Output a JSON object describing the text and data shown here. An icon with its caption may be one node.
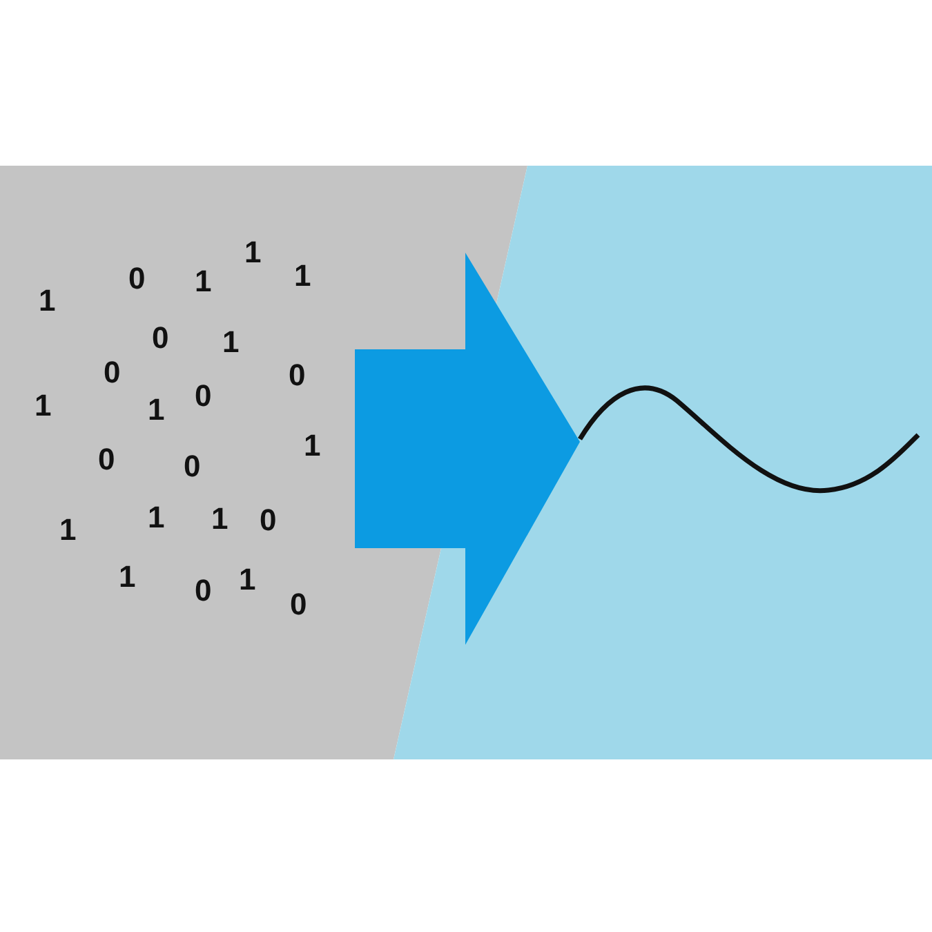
{
  "diagram": {
    "labels": [
      "1",
      "0",
      "1",
      "1",
      "1",
      "0",
      "0",
      "1",
      "0",
      "1",
      "1",
      "0",
      "0",
      "0",
      "1",
      "1",
      "1",
      "1",
      "0",
      "1",
      "0",
      "1",
      "0"
    ]
  }
}
